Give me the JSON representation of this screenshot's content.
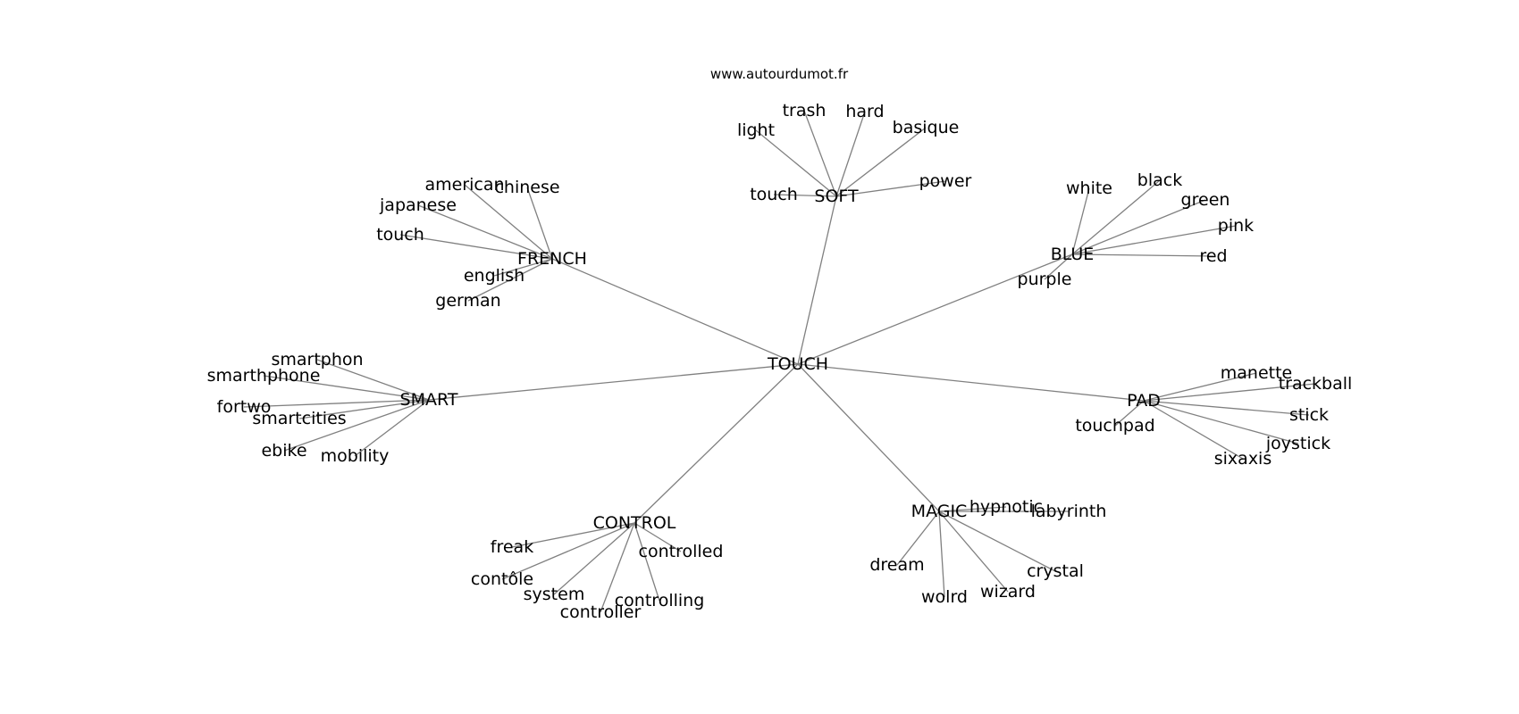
{
  "watermark": "www.autourdumot.fr",
  "graph": {
    "center": "TOUCH",
    "hubs": [
      {
        "id": "SOFT",
        "leaves": [
          "light",
          "trash",
          "hard",
          "basique",
          "touch",
          "power"
        ]
      },
      {
        "id": "FRENCH",
        "leaves": [
          "american",
          "chinese",
          "japanese",
          "touch",
          "english",
          "german"
        ]
      },
      {
        "id": "BLUE",
        "leaves": [
          "white",
          "black",
          "green",
          "pink",
          "red",
          "purple"
        ]
      },
      {
        "id": "SMART",
        "leaves": [
          "smartphon",
          "smarthphone",
          "fortwo",
          "smartcities",
          "ebike",
          "mobility"
        ]
      },
      {
        "id": "PAD",
        "leaves": [
          "manette",
          "trackball",
          "stick",
          "joystick",
          "sixaxis",
          "touchpad"
        ]
      },
      {
        "id": "CONTROL",
        "leaves": [
          "freak",
          "controlled",
          "contôle",
          "system",
          "controller",
          "controlling"
        ]
      },
      {
        "id": "MAGIC",
        "leaves": [
          "hypnotic",
          "labyrinth",
          "dream",
          "crystal",
          "wolrd",
          "wizard"
        ]
      }
    ]
  }
}
